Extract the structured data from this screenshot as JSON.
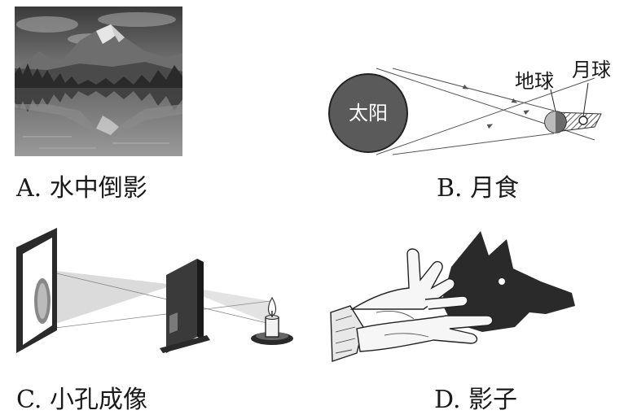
{
  "captions": {
    "a": "A. 水中倒影",
    "b": "B. 月食",
    "c": "C. 小孔成像",
    "d": "D. 影子"
  },
  "eclipse": {
    "sun": "太阳",
    "earth": "地球",
    "moon": "月球"
  },
  "colors": {
    "ink": "#1a1a1a",
    "sun_fill": "#5a5a5a",
    "shadow": "#2a2a2a"
  }
}
